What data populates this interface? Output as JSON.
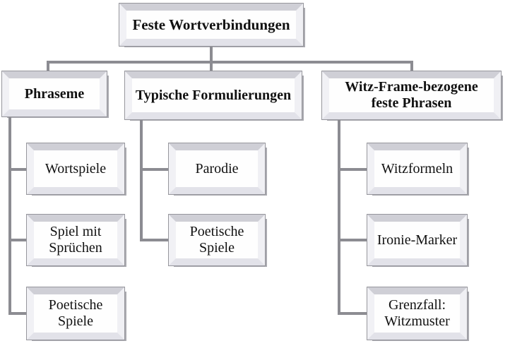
{
  "colors": {
    "connector": "#8c8c92",
    "outline": "#96969c",
    "shadow": "#aaaab0",
    "bevel_top": "#cfcfd6",
    "bevel_right": "#f0f0f4",
    "bevel_bottom": "#e2e2e9",
    "bevel_left": "#f1f1f5",
    "box_face": "#fefefe"
  },
  "tree": {
    "root": {
      "label": "Feste Wortverbindungen"
    },
    "branches": [
      {
        "label": "Phraseme",
        "children": [
          "Wortspiele",
          "Spiel mit Sprüchen",
          "Poetische Spiele"
        ]
      },
      {
        "label": "Typische Formulierungen",
        "children": [
          "Parodie",
          "Poetische Spiele"
        ]
      },
      {
        "label": "Witz-Frame-bezogene feste Phrasen",
        "children": [
          "Witzformeln",
          "Ironie-Marker",
          "Grenzfall: Witzmuster"
        ]
      }
    ]
  }
}
